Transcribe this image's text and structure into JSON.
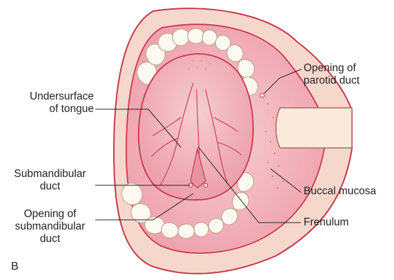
{
  "figure": {
    "panel_label": "B",
    "labels": {
      "undersurface_of_tongue": [
        "Undersurface",
        "of tongue"
      ],
      "submandibular_duct": [
        "Submandibular",
        "duct"
      ],
      "opening_of_submandibular_duct": [
        "Opening of",
        "submandibular",
        "duct"
      ],
      "opening_of_parotid_duct": [
        "Opening of",
        "parotid duct"
      ],
      "buccal_mucosa": [
        "Buccal mucosa"
      ],
      "frenulum": [
        "Frenulum"
      ]
    },
    "colors": {
      "outer_lip": "#f2c9bf",
      "outline": "#c8364a",
      "mouth_interior": "#f4bcc2",
      "tongue": "#f1b2bb",
      "tongue_vein": "#c8364a",
      "teeth": "#fcf9f2",
      "tooth_outline": "#bfa98a",
      "gum": "#ee9eae",
      "retractor": "#fbe9dc",
      "leader_line": "#231f20"
    }
  }
}
